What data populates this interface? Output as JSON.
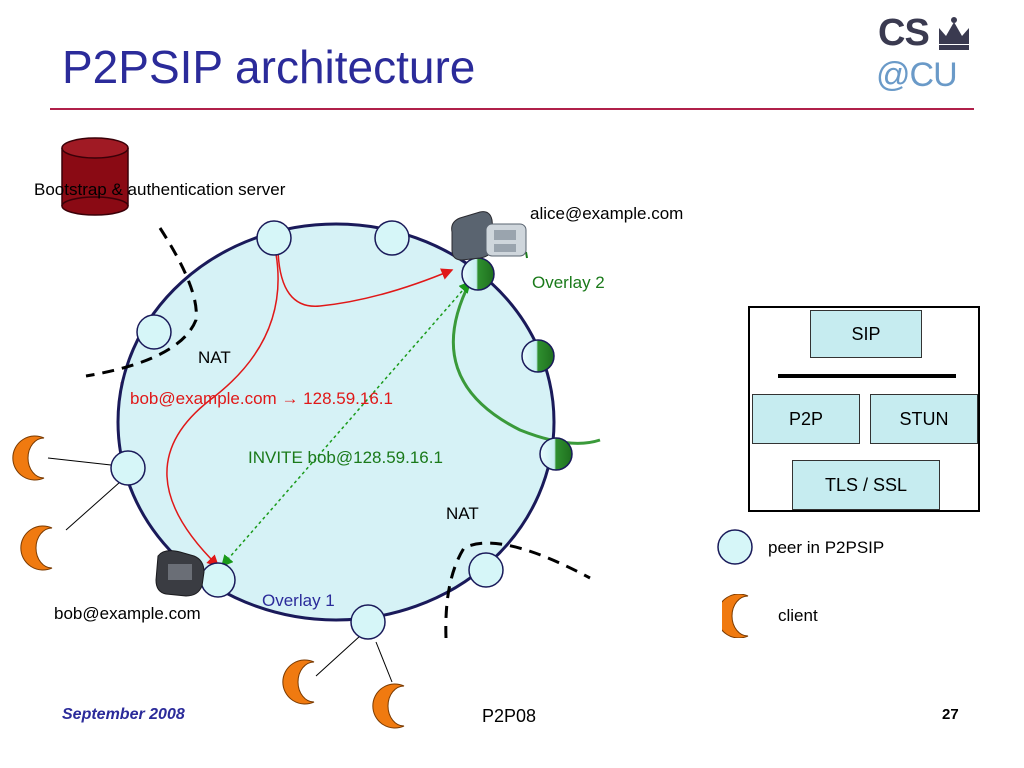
{
  "slide": {
    "title": "P2PSIP architecture",
    "logo": {
      "line1": "CS",
      "line2": "@CU"
    },
    "colors": {
      "title": "#2b2b9a",
      "rule": "#b0204a",
      "ring_fill": "#d6f2f6",
      "peer_fill": "#d6f6f8",
      "client_fill": "#f07a10",
      "server_fill": "#8a0a14",
      "overlay2": "#3a9a3a",
      "sip_route": "#e01818",
      "invite": "#1a9a1a"
    }
  },
  "diagram": {
    "server_label": "Bootstrap & authentication server",
    "alice_label": "alice@example.com",
    "bob_label": "bob@example.com",
    "overlay1_label": "Overlay 1",
    "overlay2_label": "Overlay 2",
    "nat_top": "NAT",
    "nat_bottom": "NAT",
    "mapping_label": "bob@example.com → 128.59.16.1",
    "invite_label": "INVITE bob@128.59.16.1"
  },
  "protocol_stack": {
    "sip": "SIP",
    "p2p": "P2P",
    "stun": "STUN",
    "tls": "TLS / SSL"
  },
  "legend": {
    "peer": "peer in P2PSIP",
    "client": "client"
  },
  "footer": {
    "date": "September 2008",
    "center": "P2P08",
    "page": "27"
  }
}
